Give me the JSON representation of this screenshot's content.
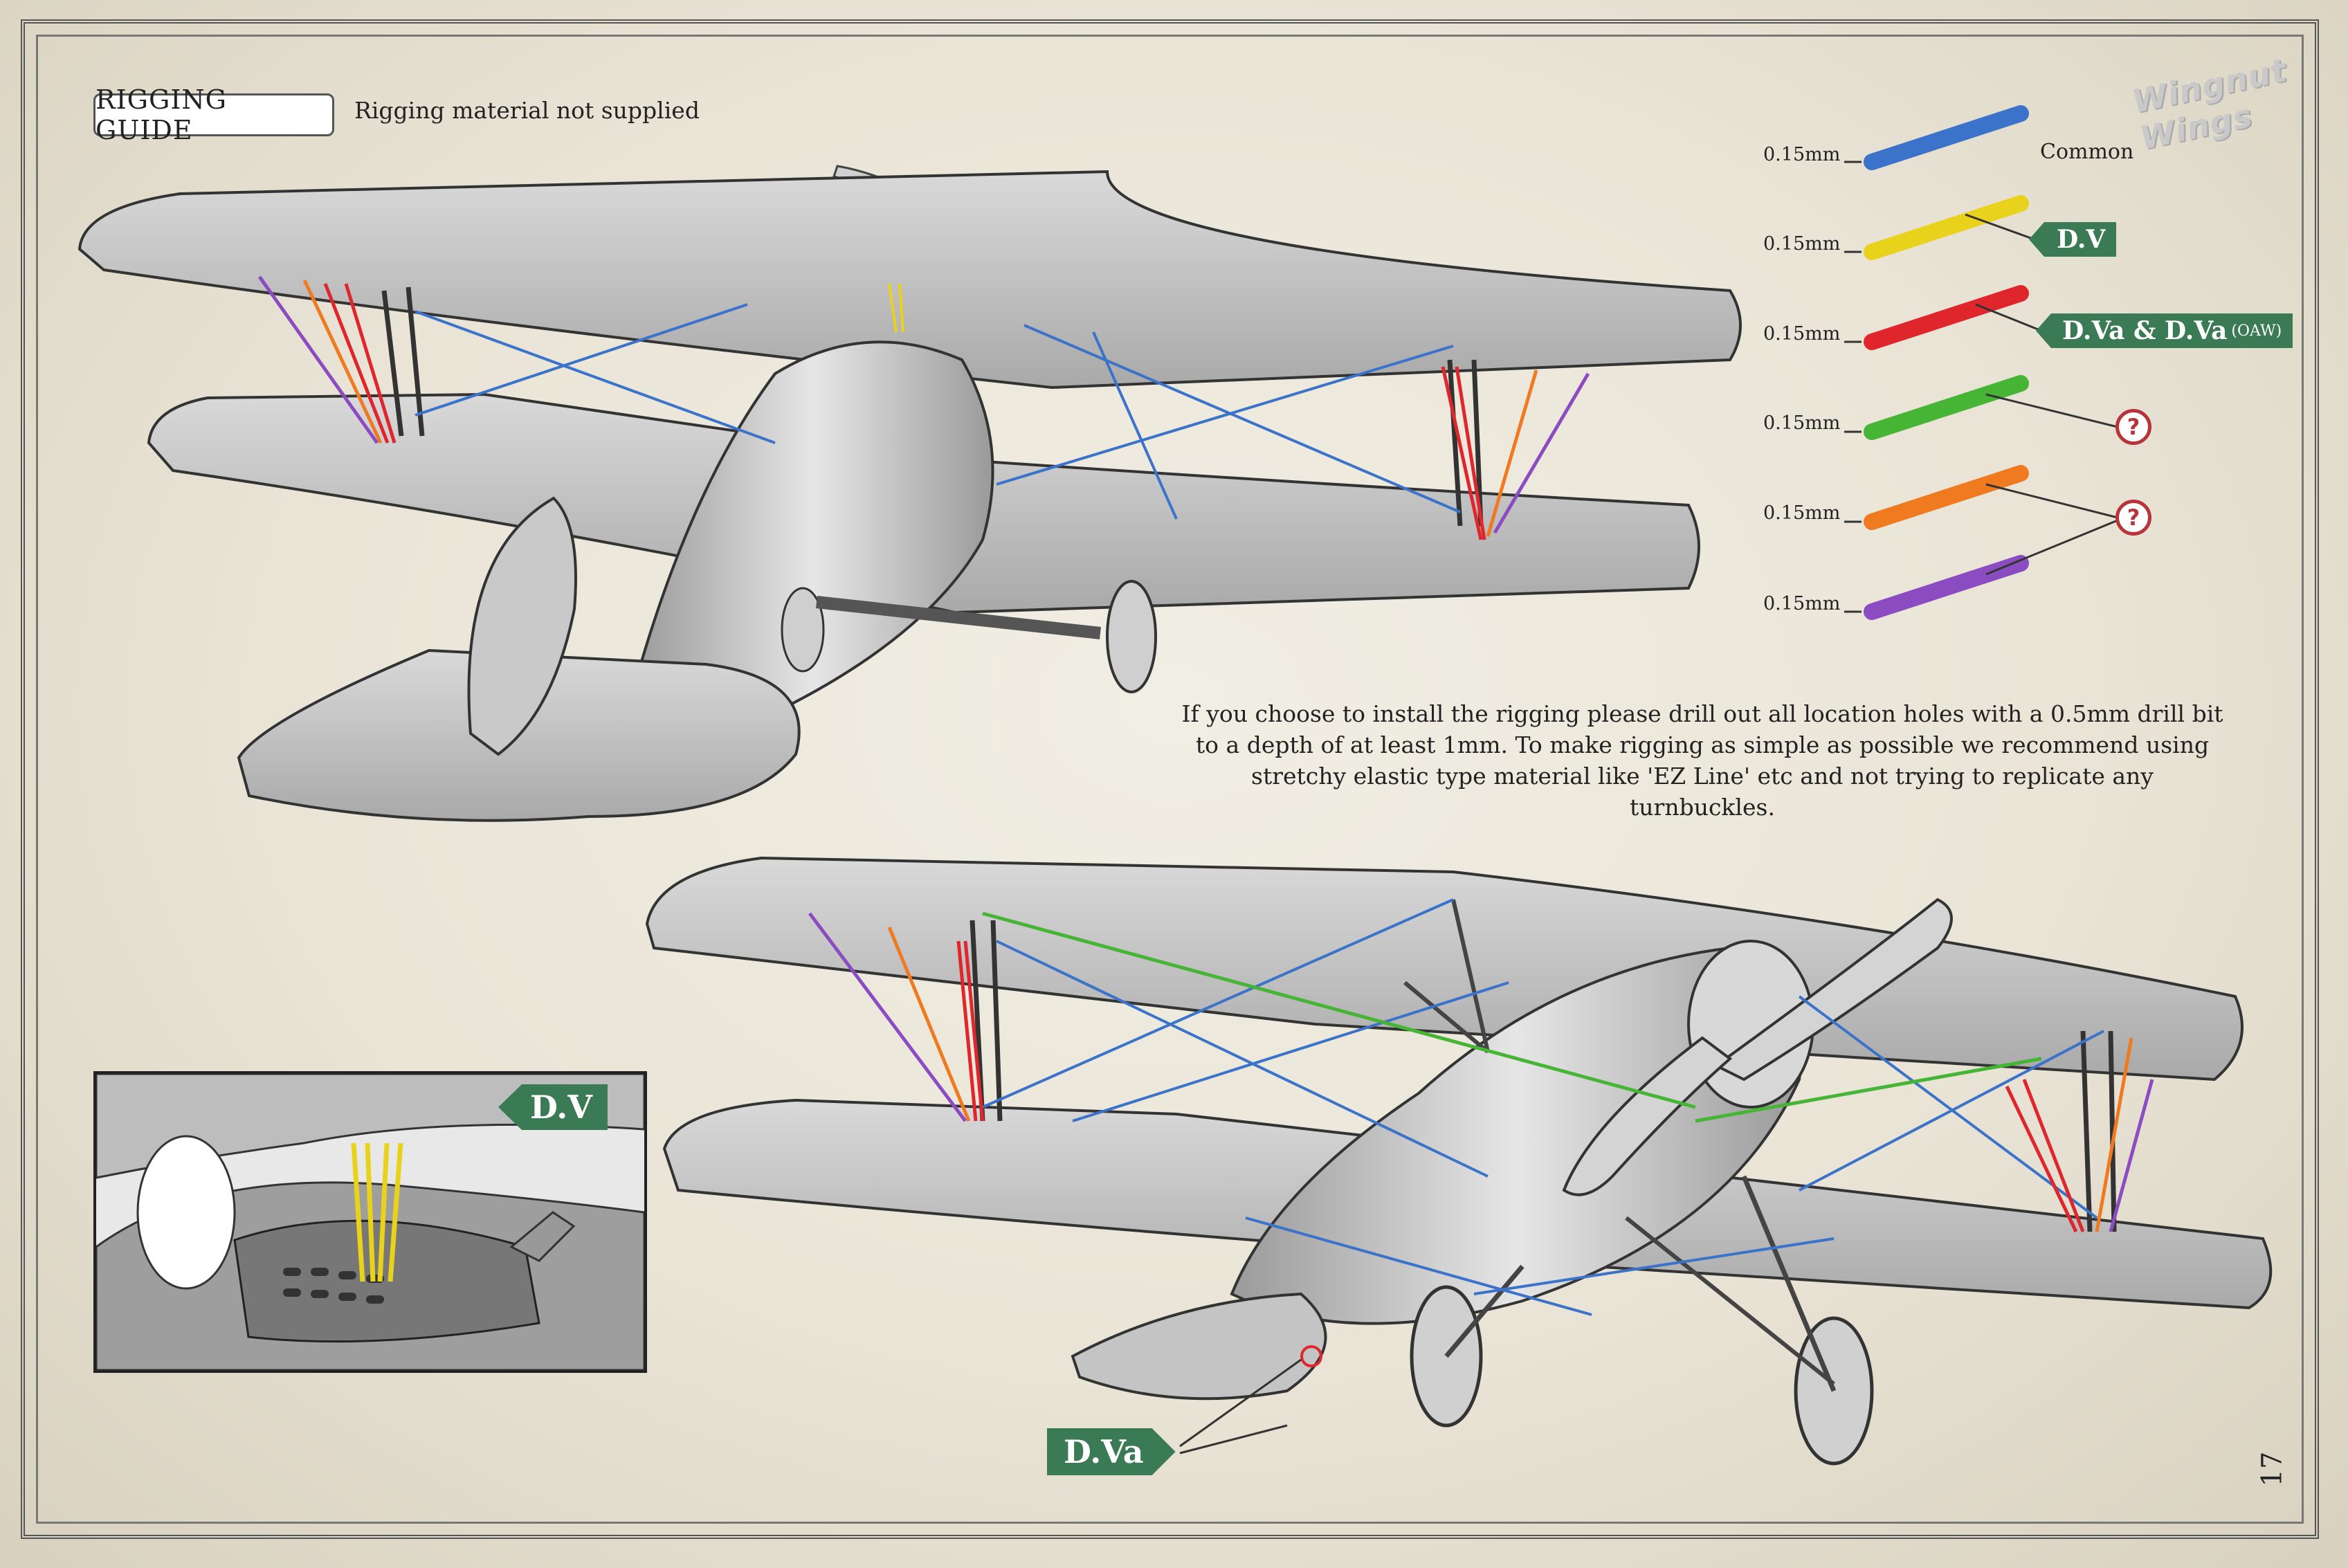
{
  "header": {
    "title": "RIGGING GUIDE",
    "subtitle": "Rigging material not supplied",
    "logo_text": "Wingnut Wings"
  },
  "legend": {
    "items": [
      {
        "size": "0.15mm",
        "color": "#3a73c9",
        "name": "Common",
        "tag": "",
        "icon": "rod-blue"
      },
      {
        "size": "0.15mm",
        "color": "#e8d21c",
        "name": "",
        "tag": "D.V",
        "icon": "rod-yellow"
      },
      {
        "size": "0.15mm",
        "color": "#e0262d",
        "name": "",
        "tag": "D.Va & D.Va",
        "tag_small": "(OAW)",
        "icon": "rod-red"
      },
      {
        "size": "0.15mm",
        "color": "#46b535",
        "name": "",
        "tag": "",
        "icon": "rod-green"
      },
      {
        "size": "0.15mm",
        "color": "#ef7a1f",
        "name": "",
        "tag": "",
        "icon": "rod-orange"
      },
      {
        "size": "0.15mm",
        "color": "#8b4cc2",
        "name": "",
        "tag": "",
        "icon": "rod-purple"
      }
    ],
    "unknown_marker": "?"
  },
  "instructions": "If you choose to install the rigging please drill out all location holes with a 0.5mm drill bit to a depth of at least 1mm. To make rigging as simple as possible we recommend using stretchy elastic type material like 'EZ Line' etc and not trying to replicate any turnbuckles.",
  "inset": {
    "tag": "D.V"
  },
  "bottom_callout": {
    "tag": "D.Va"
  },
  "page_number": "17"
}
